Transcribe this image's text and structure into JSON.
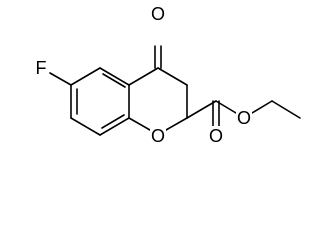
{
  "structure": {
    "atoms": {
      "fluorine": "F",
      "ketone_oxygen": "O",
      "ring_oxygen": "O",
      "ester_carbonyl_oxygen": "O",
      "ester_ether_oxygen": "O"
    },
    "colors": {
      "bond": "#000000",
      "label": "#000000",
      "background": "#ffffff"
    }
  }
}
